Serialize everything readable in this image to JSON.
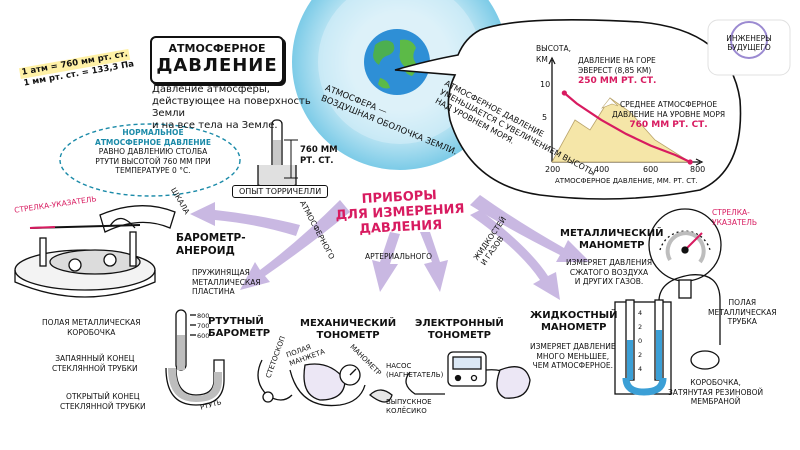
{
  "colors": {
    "accent_pink": "#d81b60",
    "accent_teal": "#1a8aa8",
    "purple_arrow": "#b9a6d8",
    "gas_blue": "#3b9fd6"
  },
  "title_box": {
    "line1": "Атмосферное",
    "line2": "давление"
  },
  "definition": {
    "line1": "Давление атмосферы,",
    "line2": "действующее на поверхность Земли",
    "line3": "и на все тела на Земле."
  },
  "units": {
    "line1": "1 атм = 760 мм рт. ст.",
    "line2": "1 мм рт. ст. = 133,3 Па"
  },
  "normal_pressure": {
    "title1": "Нормальное",
    "title2": "атмосферное давление",
    "text1": "равно давлению столба",
    "text2": "ртути высотой 760 мм при",
    "text3": "температуре 0 °С."
  },
  "torricelli": {
    "label": "Опыт Торричелли",
    "value1": "760 мм",
    "value2": "рт. ст."
  },
  "atmosphere_label": {
    "line1": "Атмосфера —",
    "line2": "воздушная оболочка Земли."
  },
  "decrease_note": {
    "line1": "Атмосферное давление",
    "line2": "уменьшается с увеличением высоты",
    "line3": "над уровнем моря."
  },
  "chart_data": {
    "type": "line",
    "ylabel": "Высота, км",
    "xlabel": "атмосферное давление, мм. рт. ст.",
    "xticks": [
      "200",
      "400",
      "600",
      "800"
    ],
    "yticks": [
      "10",
      "5"
    ],
    "xlim": [
      200,
      800
    ],
    "ylim": [
      0,
      10
    ],
    "x": [
      250,
      300,
      400,
      500,
      600,
      700,
      760
    ],
    "y": [
      8.85,
      7.5,
      5.4,
      3.6,
      2.1,
      0.9,
      0
    ],
    "annotations": [
      {
        "text": "Давление на горе",
        "text2": "Эверест (8,85 км)",
        "value": "250 мм рт. ст."
      },
      {
        "text": "Среднее атмосферное",
        "text2": "давление на уровне моря",
        "value": "760 мм рт. ст."
      }
    ]
  },
  "center_title": {
    "line1": "Приборы",
    "line2": "для измерения",
    "line3": "давления"
  },
  "branches": {
    "atm": "атмосферного",
    "art": "артериального",
    "liq1": "жидкостей",
    "liq2": "и газов"
  },
  "logo": {
    "line1": "Инженеры",
    "line2": "будущего"
  },
  "aneroid": {
    "title1": "Барометр-",
    "title2": "анероид",
    "pointer": "Стрелка-указатель",
    "scale": "Шкала",
    "spring1": "Пружинящая",
    "spring2": "металлическая",
    "spring3": "пластина",
    "box1": "Полая металлическая",
    "box2": "коробочка"
  },
  "mercury": {
    "title1": "Ртутный",
    "title2": "барометр",
    "ticks": [
      "800",
      "700",
      "600"
    ],
    "closed1": "Запаянный конец",
    "closed2": "стеклянной трубки",
    "open1": "Открытый конец",
    "open2": "стеклянной трубки",
    "metal": "ртуть"
  },
  "mech": {
    "title1": "Механический",
    "title2": "тонометр",
    "steth": "стетоскоп",
    "cuff1": "полая",
    "cuff2": "манжета",
    "mano": "манометр",
    "pump1": "насос",
    "pump2": "(нагнетатель)",
    "valve1": "выпускное",
    "valve2": "колёсико"
  },
  "elec": {
    "title1": "Электронный",
    "title2": "тонометр"
  },
  "metal_mano": {
    "title1": "Металлический",
    "title2": "манометр",
    "text1": "Измеряет давления",
    "text2": "сжатого воздуха",
    "text3": "и других газов.",
    "pointer1": "Стрелка-",
    "pointer2": "указатель",
    "tube1": "Полая",
    "tube2": "металлическая",
    "tube3": "трубка"
  },
  "liq_mano": {
    "title1": "Жидкостный",
    "title2": "манометр",
    "text1": "Измеряет давление",
    "text2": "много меньшее,",
    "text3": "чем атмосферное.",
    "box1": "Коробочка,",
    "box2": "затянутая резиновой",
    "box3": "мембраной",
    "scale": [
      "4",
      "2",
      "0",
      "2",
      "4"
    ]
  }
}
